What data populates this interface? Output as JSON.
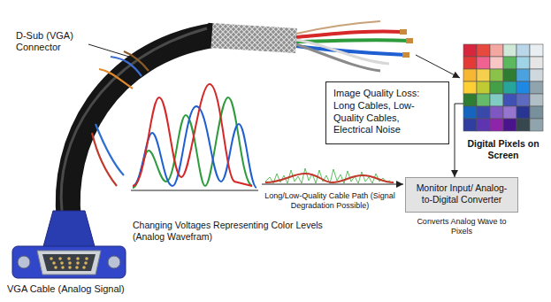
{
  "diagram": {
    "nodes": [
      {
        "text": [
          "Image Quality Loss: Long Cables, Low-Quality Cables, Electrical Noise"
        ]
      },
      {
        "text": [
          "Digital Pixels on Screen"
        ]
      },
      {
        "text": [
          "Monitor Input/ Analog-to-Digital Converter"
        ]
      }
    ],
    "edges": [
      {
        "from": 1,
        "to": 2,
        "arrow": "to"
      }
    ],
    "labels": [
      "D-Sub (VGA) Connector",
      "VGA Cable (Analog Signal)",
      "Changing Voltages Representing Color Levels (Analog Wavefram)",
      "Long/Low-Quality Cable Path (Signal Degradation Possible)",
      "Converts Analog Wave to Pixels"
    ]
  }
}
